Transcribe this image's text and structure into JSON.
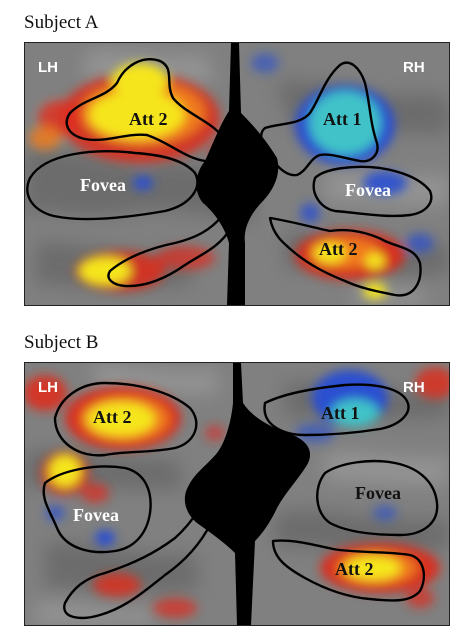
{
  "figure": {
    "subjects": [
      {
        "title": "Subject A",
        "left_hemisphere_label": "LH",
        "right_hemisphere_label": "RH",
        "roi_labels": {
          "lh_att": "Att 2",
          "lh_fovea": "Fovea",
          "rh_att_upper": "Att 1",
          "rh_fovea": "Fovea",
          "rh_att_lower": "Att 2"
        }
      },
      {
        "title": "Subject B",
        "left_hemisphere_label": "LH",
        "right_hemisphere_label": "RH",
        "roi_labels": {
          "lh_att": "Att 2",
          "lh_fovea": "Fovea",
          "rh_att_upper": "Att 1",
          "rh_fovea": "Fovea",
          "rh_att_lower": "Att 2"
        }
      }
    ],
    "colors": {
      "background_gray": "#808080",
      "sulcus_dark_gray": "#666666",
      "gyrus_light_gray": "#8f8f8f",
      "activation_red": "#e02a1a",
      "activation_orange": "#f07a1a",
      "activation_yellow": "#f5e51a",
      "deactivation_blue": "#2a4fd0",
      "deactivation_cyan": "#3fc2c8",
      "medial_wall": "#000000",
      "roi_outline": "#000000"
    }
  }
}
